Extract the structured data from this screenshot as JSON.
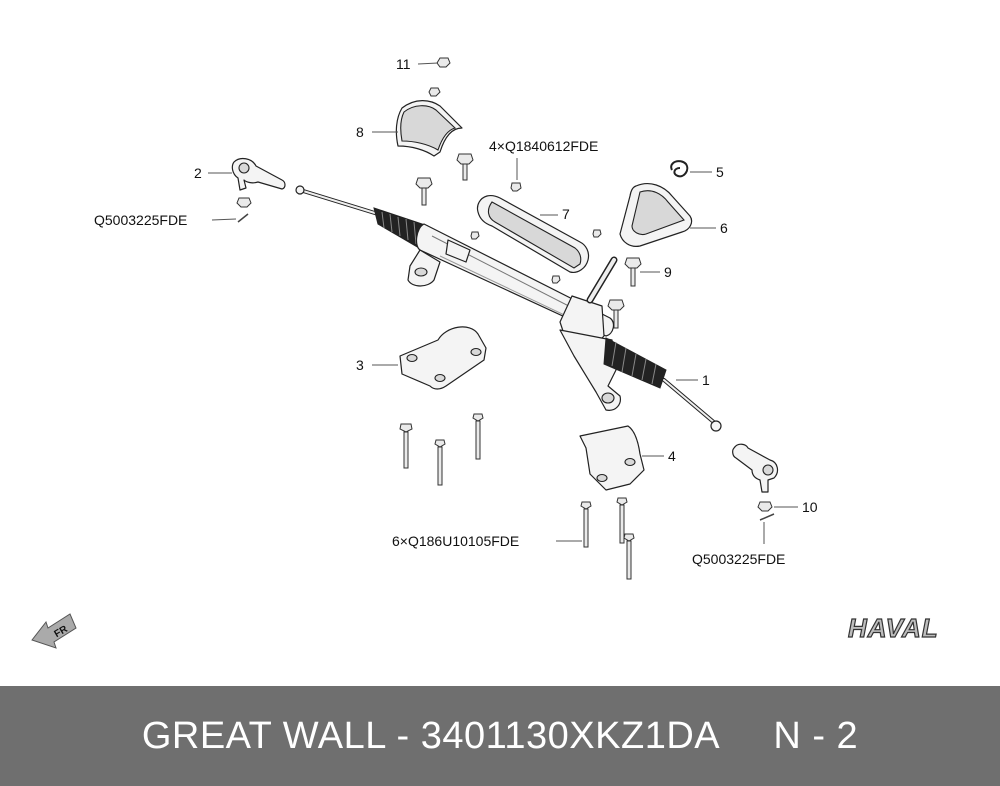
{
  "callouts": {
    "c1": "1",
    "c2": "2",
    "c3": "3",
    "c4": "4",
    "c5": "5",
    "c6": "6",
    "c7": "7",
    "c8": "8",
    "c9": "9",
    "c10": "10",
    "c11": "11"
  },
  "part_numbers": {
    "pin_left": "Q5003225FDE",
    "pin_right": "Q5003225FDE",
    "bolts_top": "4×Q1840612FDE",
    "bolts_bottom": "6×Q186U10105FDE"
  },
  "orientation_marker": "FR",
  "brand_logo": "HAVAL",
  "footer": {
    "text": "GREAT WALL - 3401130XKZ1DA     N - 2"
  }
}
